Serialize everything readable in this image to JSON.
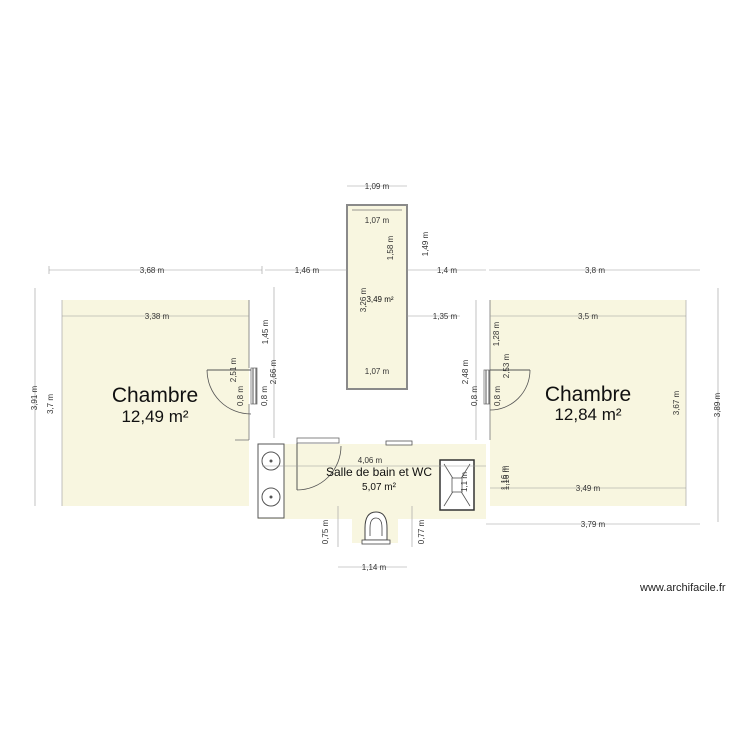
{
  "rooms": {
    "left": {
      "name": "Chambre",
      "area": "12,49 m²"
    },
    "right": {
      "name": "Chambre",
      "area": "12,84 m²"
    },
    "bath": {
      "name": "Salle de bain et WC",
      "area": "5,07 m²"
    },
    "corridor": {
      "area": "3,49 m²"
    }
  },
  "dimensions": {
    "left_width_outer": "3,68 m",
    "left_width_inner": "3,38 m",
    "left_height_outer": "3,91 m",
    "left_height_inner": "3,7 m",
    "left_wall_1_45": "1,45 m",
    "left_wall_2_66": "2,66 m",
    "left_wall_2_51": "2,51 m",
    "left_door_a": "0,8 m",
    "left_door_b": "0,8 m",
    "gap_left": "1,46 m",
    "gap_right": "1,4 m",
    "corridor_top_outer": "1,09 m",
    "corridor_top_inner": "1,07 m",
    "corridor_upper_h": "1,58 m",
    "corridor_right_h": "1,49 m",
    "corridor_height": "3,26 m",
    "corridor_right_gap": "1,35 m",
    "corridor_bottom": "1,07 m",
    "right_width_outer": "3,8 m",
    "right_width_inner": "3,5 m",
    "right_wall_1_28": "1,28 m",
    "right_wall_2_48": "2,48 m",
    "right_wall_2_53": "2,53 m",
    "right_door_a": "0,8 m",
    "right_door_b": "0,8 m",
    "right_height_inner": "3,67 m",
    "right_height_outer": "3,89 m",
    "right_bottom_inner": "3,49 m",
    "right_bottom_outer": "3,79 m",
    "right_small_1_16a": "1,16 m",
    "right_small_1_16b": "1,16 m",
    "shower": "1,1 m",
    "bath_width": "4,06 m",
    "wc_left": "0,75 m",
    "wc_right": "0,77 m",
    "wc_bottom": "1,14 m"
  },
  "watermark": "www.archifacile.fr",
  "fixtures": {
    "sink_icon": "sink-icon",
    "toilet_icon": "toilet-icon",
    "shower_icon": "shower-icon"
  },
  "colors": {
    "floor": "#f8f6e0",
    "wall": "#8a8a8a"
  }
}
